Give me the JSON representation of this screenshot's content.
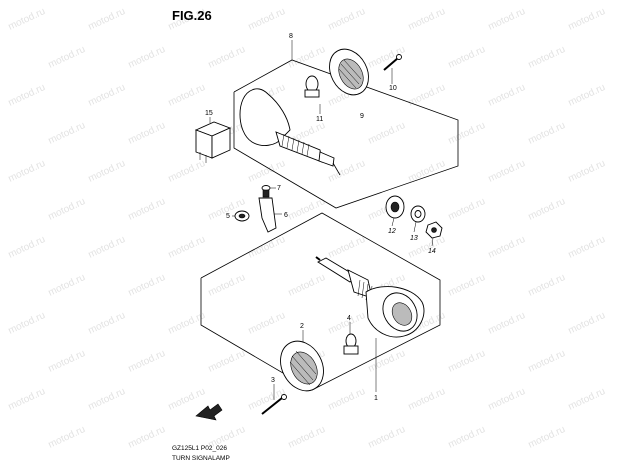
{
  "figure": {
    "title": "FIG.26",
    "caption_code": "GZ125L1 P02_026",
    "caption_name": "TURN SIGNALAMP"
  },
  "watermark": "motod.ru",
  "callouts": [
    "1",
    "2",
    "3",
    "4",
    "5",
    "6",
    "7",
    "8",
    "9",
    "10",
    "11",
    "12",
    "13",
    "14",
    "15"
  ],
  "icons": {
    "front_arrow": "front-direction-arrow-icon"
  }
}
